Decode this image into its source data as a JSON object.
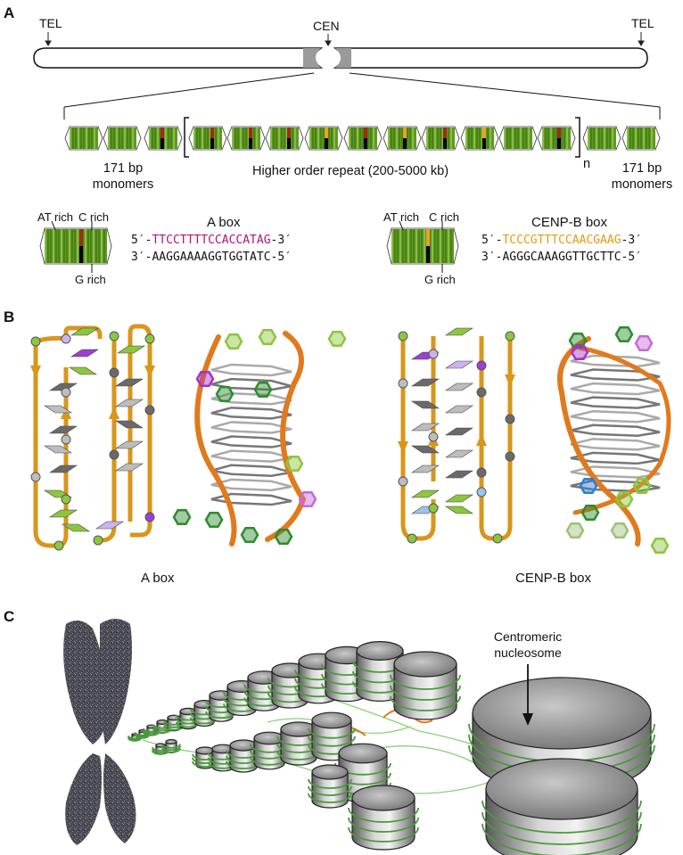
{
  "panels": {
    "a": {
      "label": "A",
      "tel_left": "TEL",
      "cen": "CEN",
      "tel_right": "TEL",
      "monomers_left": [
        "171 bp",
        "monomers"
      ],
      "hor": "Higher order repeat (200-5000 kb)",
      "n": "n",
      "monomers_right": [
        "171 bp",
        "monomers"
      ],
      "abox": {
        "title": "A box",
        "at_rich": "AT rich",
        "c_rich": "C rich",
        "g_rich": "G rich",
        "top_prefix": "5′-",
        "top_seq": "TTCCTTTTCCACCATAG",
        "top_suffix": "-3′",
        "bottom": "3′-AAGGAAAAGGTGGTATC-5′"
      },
      "cenpb": {
        "title": "CENP-B box",
        "at_rich": "AT rich",
        "c_rich": "C rich",
        "g_rich": "G rich",
        "top_prefix": "5′-",
        "top_seq": "TCCCGTTTCCAACGAAG",
        "top_suffix": "-3′",
        "bottom": "3′-AGGGCAAAGGTTGCTTC-5′"
      }
    },
    "b": {
      "label": "B",
      "left_caption": "A box",
      "right_caption": "CENP-B box"
    },
    "c": {
      "label": "C",
      "annotation": [
        "Centromeric",
        "nucleosome"
      ]
    }
  },
  "colors": {
    "abox_seq": "#b5126e",
    "cenpb_seq": "#e39a12",
    "monomer_green": "#5d9b1f",
    "c_rich_abox": "#a32a14",
    "c_rich_cenpb": "#f0a020",
    "g_rich": "#000000",
    "backbone": "#e0a020",
    "helix": "#e07a1c",
    "nucleosome_dna": "#4a9a3a"
  }
}
